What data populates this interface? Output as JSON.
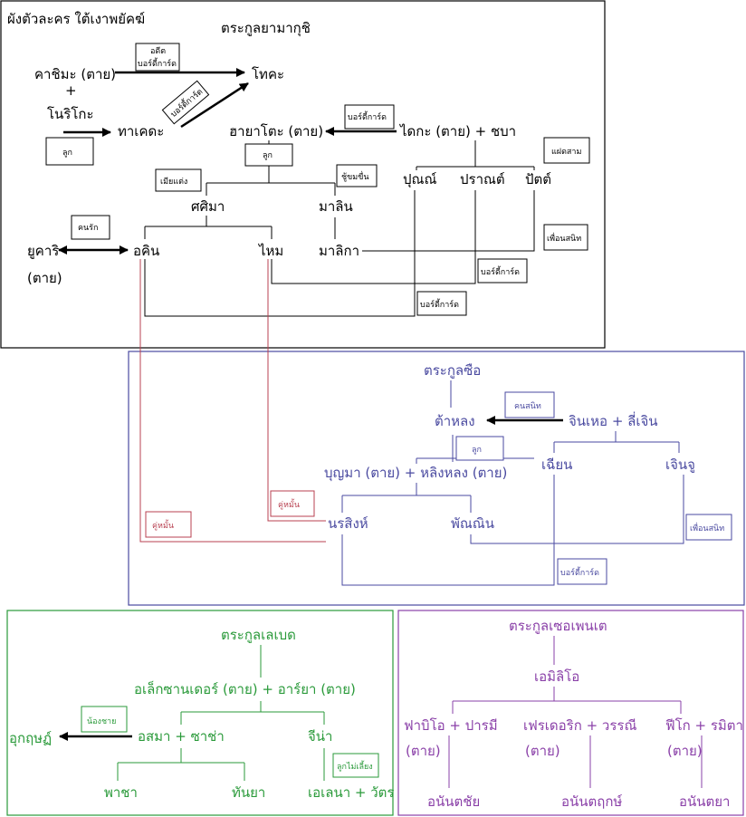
{
  "colors": {
    "black": "#000000",
    "blue": "#4a4aa0",
    "green": "#2a9a3a",
    "purple": "#8a40a8",
    "red": "#b84050"
  },
  "panel1": {
    "title": "ผังตัวละคร ใต้เงาพยัคฆ์",
    "family": "ตระกูลยามากุชิ",
    "kashima": "คาชิมะ (ตาย)",
    "plus": "+",
    "norikoko": "โนริโกะ",
    "takeda": "ทาเคดะ",
    "tokada": "โทคะ",
    "hayato": "ฮายาโตะ (ตาย)",
    "daika": "ไดกะ (ตาย) + ชบา",
    "sasima": "ศศิมา",
    "malin": "มาลิน",
    "punyan": "ปุณณ์",
    "pran": "ปราณต์",
    "pat": "ปัตต์",
    "yukari": "ยูคาริ",
    "dead": "(ตาย)",
    "akin": "อคิน",
    "mai": "ไหม",
    "malika": "มาลิกา",
    "lbl_past_bodyguard_1": "อดีต",
    "lbl_past_bodyguard_2": "บอร์ดี้การ์ด",
    "lbl_bodyguard_diag": "บอร์ดี้การ์ด",
    "lbl_child_1": "ลูก",
    "lbl_bodyguard_daika": "บอร์ดี้การ์ด",
    "lbl_child_2": "ลูก",
    "lbl_minor_wife": "เมียแต่ง",
    "lbl_lover_secret": "ชู้ขมขื่น",
    "lbl_triplets": "แฝดสาม",
    "lbl_lover": "คนรัก",
    "lbl_friend": "เพื่อนสนิท",
    "lbl_bodyguard_pran": "บอร์ดี้การ์ด",
    "lbl_bodyguard_bottom": "บอร์ดี้การ์ด"
  },
  "panel2": {
    "family": "ตระกูลซือ",
    "tahlong": "ต้าหลง",
    "jinhao": "จินเหอ + ลี่เจิน",
    "boonma": "บุญมา (ตาย) + หลิงหลง (ตาย)",
    "nian": "เฉียน",
    "jinju": "เจินจู",
    "norasing": "นรสิงห์",
    "phannin": "พัณณิน",
    "lbl_close": "คนสนิท",
    "lbl_child": "ลูก",
    "lbl_fiance_1": "คู่หมั้น",
    "lbl_fiance_2": "คู่หมั้น",
    "lbl_friend": "เพื่อนสนิท",
    "lbl_bodyguard": "บอร์ดี้การ์ด"
  },
  "panel3": {
    "family": "ตระกูลเลเบด",
    "alex": "อเล็กซานเดอร์ (ตาย) + อาร์ยา (ตาย)",
    "osma": "อสมา + ซาช่า",
    "jina": "จีน่า",
    "ukrit": "อุกฤษฏ์",
    "pacha": "พาชา",
    "tanya": "ทันยา",
    "elena": "เอเลนา + วัตร",
    "lbl_brother": "น้องชาย",
    "lbl_stepchild": "ลูกไม่เลี้ยง"
  },
  "panel4": {
    "family": "ตระกูลเซอเพนเต",
    "emilio": "เอมิลิโอ",
    "fabio": "ฟาบิโอ + ปารมี",
    "federico": "เฟรเดอริก + วรรณี",
    "figo": "ฟีโก + รมิตา",
    "dead": "(ตาย)",
    "anantachai": "อนันตชัย",
    "anantarit": "อนันตฤกษ์",
    "anantaya": "อนันตยา"
  }
}
